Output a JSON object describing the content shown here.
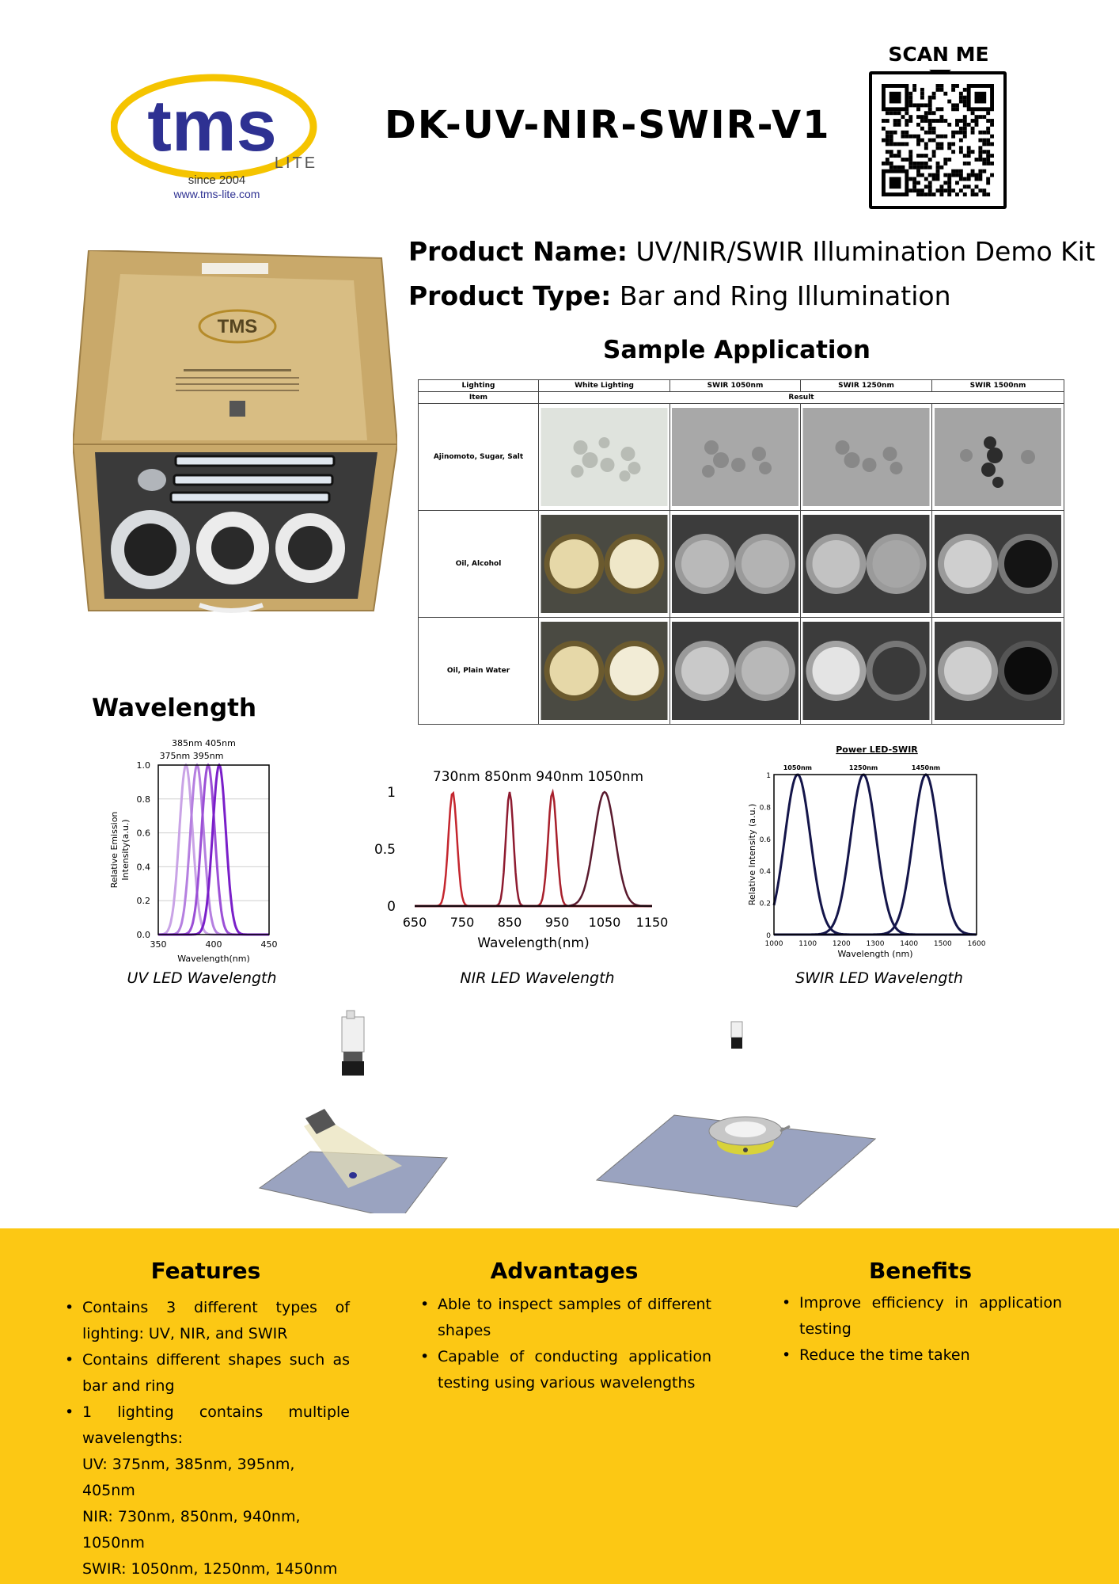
{
  "header": {
    "logo_text": "tms",
    "logo_sub": "LITE",
    "since": "since 2004",
    "website": "www.tms-lite.com",
    "model": "DK-UV-NIR-SWIR-V1",
    "scan_label": "SCAN ME"
  },
  "product": {
    "name_label": "Product Name:",
    "name_value": "UV/NIR/SWIR Illumination Demo Kit",
    "type_label": "Product Type:",
    "type_value": "Bar and Ring Illumination"
  },
  "sample": {
    "title": "Sample Application",
    "headers": [
      "Lighting",
      "White Lighting",
      "SWIR 1050nm",
      "SWIR 1250nm",
      "SWIR 1500nm"
    ],
    "item_label": "Item",
    "result_label": "Result",
    "rows": [
      "Ajinomoto, Sugar, Salt",
      "Oil, Alcohol",
      "Oil, Plain Water"
    ]
  },
  "wavelength": {
    "title": "Wavelength",
    "uv_caption": "UV LED Wavelength",
    "nir_caption": "NIR LED Wavelength",
    "swir_caption": "SWIR LED Wavelength"
  },
  "chart_data": [
    {
      "type": "line",
      "xlabel": "Wavelength(nm)",
      "ylabel": "Relative Emission Intensity(a.u.)",
      "xlim": [
        350,
        450
      ],
      "ylim": [
        0,
        1.0
      ],
      "xticks": [
        "350",
        "400",
        "450"
      ],
      "yticks": [
        "0.0",
        "0.2",
        "0.4",
        "0.6",
        "0.8",
        "1.0"
      ],
      "peak_labels_top": "385nm 405nm",
      "peak_labels_bottom": "375nm 395nm",
      "series": [
        {
          "peak": 375,
          "color": "#c9a3e6"
        },
        {
          "peak": 385,
          "color": "#b57fe0"
        },
        {
          "peak": 395,
          "color": "#9b4fd6"
        },
        {
          "peak": 405,
          "color": "#7a1fc9"
        }
      ]
    },
    {
      "type": "line",
      "xlabel": "Wavelength(nm)",
      "xlim": [
        650,
        1150
      ],
      "ylim": [
        0,
        1
      ],
      "xticks": [
        "650",
        "750",
        "850",
        "950",
        "1050",
        "1150"
      ],
      "yticks": [
        "0",
        "0.5",
        "1"
      ],
      "peak_labels": "730nm 850nm 940nm 1050nm",
      "series": [
        {
          "peak": 730,
          "color": "#c4262e"
        },
        {
          "peak": 850,
          "color": "#8e1b30"
        },
        {
          "peak": 940,
          "color": "#a8202c"
        },
        {
          "peak": 1050,
          "color": "#5a1a2e"
        }
      ]
    },
    {
      "type": "line",
      "title": "Power LED-SWIR",
      "xlabel": "Wavelength (nm)",
      "ylabel": "Relative Intensity (a.u.)",
      "xlim": [
        1000,
        1600
      ],
      "ylim": [
        0,
        1
      ],
      "xticks": [
        "1000",
        "1100",
        "1200",
        "1300",
        "1400",
        "1500",
        "1600"
      ],
      "yticks": [
        "0",
        "0.2",
        "0.4",
        "0.6",
        "0.8",
        "1"
      ],
      "series": [
        {
          "name": "1050nm",
          "peak": 1070,
          "color": "#14154a"
        },
        {
          "name": "1250nm",
          "peak": 1265,
          "color": "#14154a"
        },
        {
          "name": "1450nm",
          "peak": 1450,
          "color": "#14154a"
        }
      ]
    }
  ],
  "features": {
    "title": "Features",
    "items": [
      "Contains 3 different types of lighting: UV, NIR, and SWIR",
      "Contains different shapes such as bar and ring",
      "1 lighting contains multiple wavelengths:"
    ],
    "lines": [
      "UV: 375nm, 385nm, 395nm, 405nm",
      "NIR: 730nm, 850nm, 940nm, 1050nm",
      "SWIR: 1050nm, 1250nm, 1450nm"
    ]
  },
  "advantages": {
    "title": "Advantages",
    "items": [
      "Able to inspect samples of different shapes",
      "Capable of conducting application testing using various wavelengths"
    ]
  },
  "benefits": {
    "title": "Benefits",
    "items": [
      "Improve efficiency in application testing",
      "Reduce the time taken"
    ]
  },
  "colors": {
    "band": "#fcc814",
    "brand_blue": "#2e3192",
    "brand_yellow": "#f5c400"
  }
}
